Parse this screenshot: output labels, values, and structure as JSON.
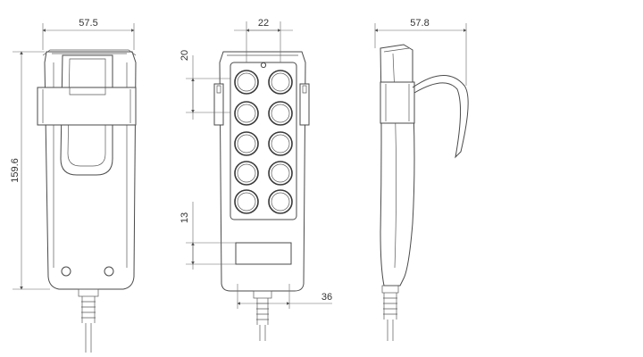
{
  "dimensions": {
    "back_width": "57.5",
    "height": "159.6",
    "button_pitch": "22",
    "button_row_spacing": "20",
    "label_height": "13",
    "front_width": "36",
    "side_width": "57.8"
  }
}
